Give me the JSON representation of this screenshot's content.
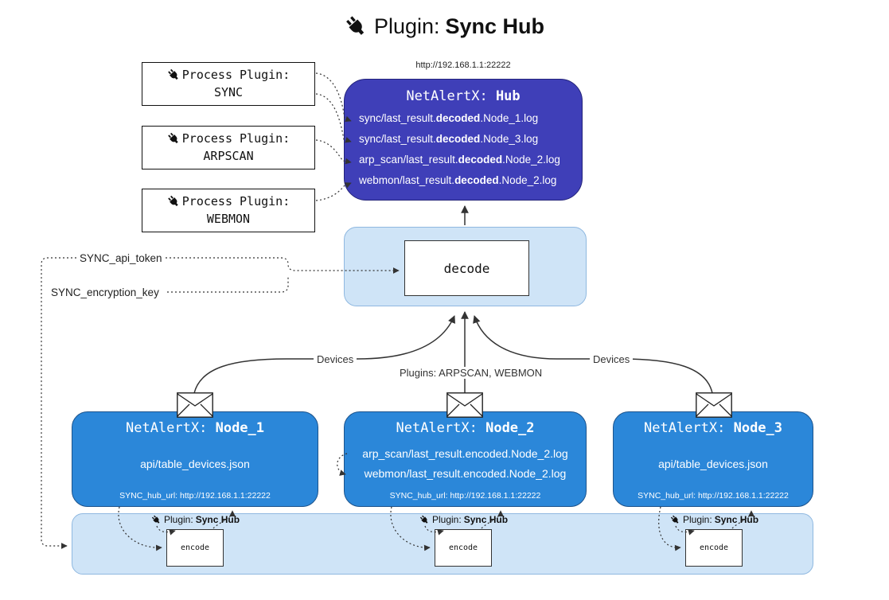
{
  "colors": {
    "hub_fill": "#3f3fb8",
    "hub_border": "#23237a",
    "node_fill": "#2b87d9",
    "node_border": "#1c538c",
    "cluster_fill": "#cfe4f7",
    "cluster_border": "#8fb8e0",
    "line": "#333333"
  },
  "title": {
    "label": "Plugin:",
    "bold": "Sync Hub"
  },
  "process_plugins": [
    {
      "label": "Process Plugin:",
      "name": "SYNC"
    },
    {
      "label": "Process Plugin:",
      "name": "ARPSCAN"
    },
    {
      "label": "Process Plugin:",
      "name": "WEBMON"
    }
  ],
  "hub": {
    "url": "http://192.168.1.1:22222",
    "title": "NetAlertX:",
    "title_bold": "Hub",
    "logs": [
      {
        "pre": "sync/last_result.",
        "bold": "decoded",
        "post": ".Node_1.log"
      },
      {
        "pre": "sync/last_result.",
        "bold": "decoded",
        "post": ".Node_3.log"
      },
      {
        "pre": "arp_scan/last_result.",
        "bold": "decoded",
        "post": ".Node_2.log"
      },
      {
        "pre": "webmon/last_result.",
        "bold": "decoded",
        "post": ".Node_2.log"
      }
    ]
  },
  "decode": {
    "label": "decode"
  },
  "secrets": {
    "api_token": "SYNC_api_token",
    "encryption_key": "SYNC_encryption_key"
  },
  "edge_labels": {
    "left": "Devices",
    "center": "Plugins: ARPSCAN, WEBMON",
    "right": "Devices"
  },
  "nodes": [
    {
      "title": "NetAlertX:",
      "title_bold": "Node_1",
      "line1": "api/table_devices.json",
      "line2": "",
      "footer": "SYNC_hub_url: http://192.168.1.1:22222"
    },
    {
      "title": "NetAlertX:",
      "title_bold": "Node_2",
      "line1": "arp_scan/last_result.encoded.Node_2.log",
      "line2": "webmon/last_result.encoded.Node_2.log",
      "footer": "SYNC_hub_url: http://192.168.1.1:22222"
    },
    {
      "title": "NetAlertX:",
      "title_bold": "Node_3",
      "line1": "api/table_devices.json",
      "line2": "",
      "footer": "SYNC_hub_url: http://192.168.1.1:22222"
    }
  ],
  "encode_cluster": {
    "plugin_label": "Plugin:",
    "plugin_label_bold": "Sync Hub",
    "encode_label": "encode"
  }
}
